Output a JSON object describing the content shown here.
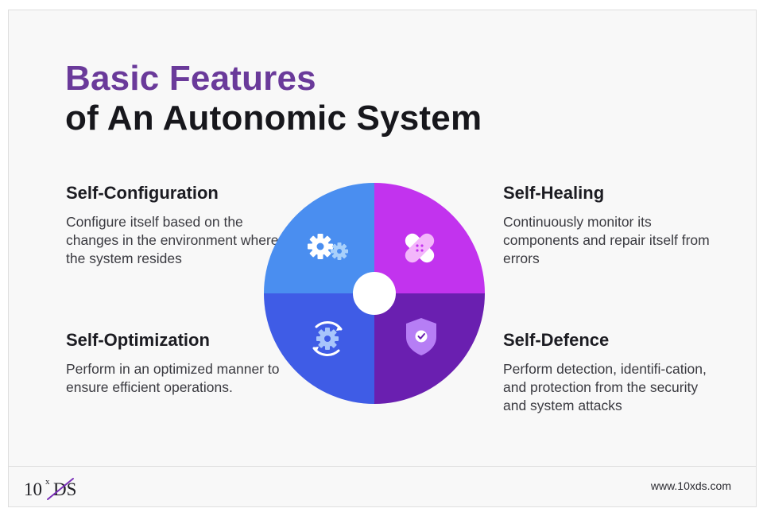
{
  "title": {
    "line1": "Basic Features",
    "line2": "of An Autonomic System"
  },
  "features": [
    {
      "heading": "Self-Configuration",
      "body": "Configure itself based on the changes in the environment where the system resides",
      "icon": "gears-icon",
      "color": "#4a8ef0"
    },
    {
      "heading": "Self-Healing",
      "body": "Continuously monitor its components and repair itself from errors",
      "icon": "bandage-icon",
      "color": "#c233ee"
    },
    {
      "heading": "Self-Optimization",
      "body": "Perform in an optimized manner to ensure efficient operations.",
      "icon": "gear-refresh-icon",
      "color": "#3f5ce6"
    },
    {
      "heading": "Self-Defence",
      "body": "Perform detection, identifi-cation, and protection from the security and system attacks",
      "icon": "shield-check-icon",
      "color": "#6a1fb0"
    }
  ],
  "footer": {
    "logo_text": "10",
    "logo_superscript": "x",
    "logo_suffix": "DS",
    "website": "www.10xds.com"
  }
}
